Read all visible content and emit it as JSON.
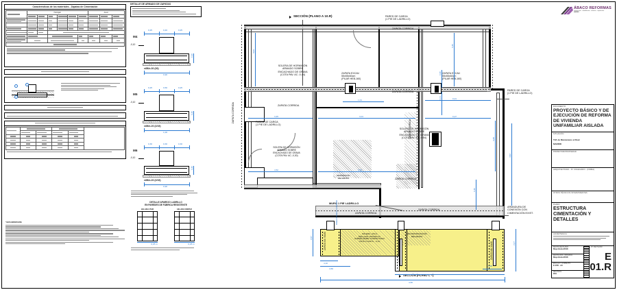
{
  "sheet": {
    "code_letter": "E",
    "code_number": "01.R"
  },
  "logo": {
    "name": "ÁBACO REFORMAS",
    "tagline_line1": "construcción · rehabilitación · reformas · arquitectura",
    "tagline_line2": "MADRID",
    "icon": "abaco-logo-icon"
  },
  "titleblock": {
    "documento_caption": "DOCUMENTO",
    "documento_value": "PROYECTO BÁSICO Y DE EJECUCIÓN DE REFORMA DE VIVIENDA UNIFAMILIAR AISLADA",
    "situacion_caption": "SITUACIÓN",
    "situacion_value_1": "T.M. de Manzanares el Real",
    "situacion_value_2": "MADRID",
    "promotor_caption": "PROMOTOR/PROPIEDAD",
    "promotor_value": "",
    "arquitecto_caption": "ARQUITECTO/ES - Nº COLEGIADO - (FIRMA)",
    "arquitecto_value": "",
    "otros_caption": "OTROS TÉCNICOS INTERVINIENTES",
    "plano_caption": "PLANO",
    "plano_value": "ESTRUCTURA CIMENTACIÓN Y DETALLES",
    "advertencia_caption": "ADVERTENCIA",
    "advertencia_value": "El soporte editorial ha sido elaborado a partir de la toma de datos de la edificación visible; los planos del proyecto se ampliarán mediante fotografías y planos.",
    "fecha_plano_caption": "FECHA DE PLANO",
    "fecha_plano_value": "Mayo/Junio/2018",
    "fecha_doc_caption": "FECHA DOC. ORIGINAL",
    "fecha_doc_value": "Mayo/Junio/2018",
    "escala_caption": "ESCALA Y FORMATO",
    "escala_value": "E:1/50 - A3",
    "revision_caption": "REVISIÓN",
    "revision_value": "R01",
    "nplano_caption": "Nº DE PLANO"
  },
  "panels": {
    "materiales_title": "Características de los materiales - Zapatas de Cimentación",
    "materiales_groups": [
      "Hormigón",
      "Acero"
    ],
    "materiales_headers_left": [
      "Elemento",
      "Tipificación",
      "fck (N/mm²)",
      "Tipo",
      "Consistencia",
      "Tamaño máx. árido (mm)",
      "Rec. nominal (mm)",
      "Tipificación",
      "fyk (N/mm²)",
      "Tipo"
    ],
    "materiales_rows": [
      [
        "Zapatas / Vigas riostra",
        "HA-25/B/20/IIa",
        "25",
        "IIa",
        "Blanda / Plástica",
        "20",
        "35",
        "B 500 S",
        "500",
        "Soldable"
      ],
      [
        "",
        "HA-25/B/20/IIa",
        "25",
        "IIa",
        "Blanda / Plástica",
        "20",
        "35",
        "B 500 S",
        "500",
        "Soldable"
      ],
      [
        "Solera / Losa",
        "HA-25/B/20/IIa",
        "25",
        "IIa",
        "Blanda / Plástica",
        "20",
        "35",
        "B 500 S",
        "500",
        "Soldable"
      ],
      [
        "Hormigón de limpieza",
        "HL-150/B/20",
        "",
        "",
        "espesor mínimo 10 cm",
        "",
        "",
        "",
        "",
        ""
      ]
    ],
    "coef_headers": [
      "Tipo de elemento",
      "Clase",
      "Tipo de control / Nivel de control",
      "γc",
      "γs",
      "γf",
      "γm"
    ],
    "coef_row": [
      "Zapatas / Vigas riostra / Solera",
      "HA",
      "Estadístico / Normal",
      "1,50",
      "1,15",
      "1,50",
      "1,00"
    ],
    "notas_caption": "Notas",
    "notas_lines": [
      "· La resistencia característica del hormigón se obtiene según EHE-08 Art. 39.",
      "· Los recubrimientos nominales se miden según EHE-08 Art. 37.2.4.",
      "· El tamaño máximo del árido no excederá 1/4 de la menor distancia libre entre armaduras.",
      "· Se dispondrá hormigón de limpieza HL-150 con espesor mínimo de 10 cm bajo toda zapata."
    ],
    "terreno_title": "Características del terreno",
    "terreno_detail_notes": [
      "· TENSIÓN ADMISIBLE CONSIDERADA: 2,00 kg/cm²",
      "· PROFUNDIDAD DE CIMENTACIÓN: -1,10 m",
      "· NIVEL FREÁTICO: no detectado",
      "· TIPO DE TERRENO: arcilla firme / zahorra compactada",
      "· SE RECOMIENDA ESTUDIO GEOTÉCNICO PREVIO"
    ],
    "tension_title": "Datos geotécnicos",
    "tension_line": "· Tensión admisible del terreno considerada ............ σadm = 2,00 kg/cm²",
    "longitudes_title": "Longitudes de solape y anclaje de barras (cm)",
    "longitudes_headers": [
      "Ø (mm)",
      "Posición I Tracción",
      "Posición I Compresión",
      "Posición II Tracción",
      "Posición II Compresión"
    ],
    "longitudes_rows": [
      [
        "8",
        "25",
        "20",
        "35",
        "28"
      ],
      [
        "10",
        "31",
        "25",
        "44",
        "35"
      ],
      [
        "12",
        "38",
        "30",
        "53",
        "42"
      ],
      [
        "16",
        "50",
        "40",
        "70",
        "56"
      ],
      [
        "20",
        "63",
        "50",
        "88",
        "70"
      ]
    ],
    "longitudes_note": "· Valores de cálculo según EHE-08 Art. 69.5 para hormigón HA-25 y acero B 500 S.",
    "nota_importante_title": "* NOTA IMPORTANTE:",
    "nota_importante_lines": [
      "LA EJECUCIÓN DE ALGUNOS ELEMENTOS",
      "ESTRUCTURALES DE LA CIMENTACIÓN",
      "EXISTENTE NO SE HA PODIDO COMPROBAR",
      "POR ESTAR OCULTA, POR LO QUE SE HAN",
      "DIBUJADO CON DIMENSIONES ESTIMADAS Y",
      "DEBERÁN SER REPLANTEADAS EN OBRA.",
      "CONSTRUCTOR / LA DIRECCIÓN DE OBRA",
      "INFLUYENTES LA OBRA DE REFORMA O",
      "AMPLIACIÓN DEL PRESENTE DOCUMENTO.",
      "LA SOLUCIÓN FINAL SE ADOPTARÁ AL",
      "FUERA NECESARIO DURANTE LA FASE DE",
      "EJECUCIÓN DE LA OBRA."
    ],
    "armado_title": "DETALLE DE ARMADO DE ZAPATAS",
    "armado_header_notes": [
      "ESCALA: 1/25",
      "ACERO: B 500 S",
      "HORMIGÓN: HA-25/B/20/IIa",
      "RECUBRIMIENTO NOMINAL: 35 mm / 70 mm contra terreno"
    ],
    "armado_details": [
      {
        "tag": "M4",
        "level": "-0,10",
        "rebar": "eØ8/c.30 (30)",
        "width_dims": [
          "0,25",
          "0,40",
          "0,25"
        ],
        "depth": "0,40",
        "bottom_dim": "0,90",
        "under": "Hormigón limpieza HL-150 e=10 cm"
      },
      {
        "tag": "M5",
        "level": "-0,10",
        "rebar": "eØ8/c.20 (2/15)",
        "width_dims": [
          "0,25",
          "0,50",
          "0,25"
        ],
        "depth": "0,40",
        "bottom_dim": "1,00",
        "under": "Hormigón limpieza HL-150 e=10 cm"
      },
      {
        "tag": "M6",
        "level": "-0,10",
        "rebar": "eØ8/c.20 (2/15)",
        "width_dims": [
          "0,30",
          "0,30",
          "0,30"
        ],
        "depth": "0,30",
        "bottom_dim": "0,90",
        "under": "Hormigón limpieza HL-150 e=10 cm"
      }
    ],
    "armado_note": "NOTA: EL ARMADO ORIENTATIVO SE CUANTIFICARÁ EN OBRA POR LA DIRECCIÓN FACULTATIVA EN FUNCIÓN DEL TERRENO REALMENTE EXCAVADO. MEDIDAS EN METROS.",
    "aparejo_title_1": "DETALLE APAREJO LADRILLO",
    "aparejo_title_2": "EN PAREDES DE FÁBRICA RESISTENTE",
    "aparejo_cols": [
      "HILADA PAR",
      "HILADA IMPAR"
    ],
    "aparejo_dims": [
      "0,25 m",
      "0,25 m"
    ],
    "aparejo_note": "NOTA: Utilizar mortero M-7,5 ó 1/6 y piezas cerámicas macizas o perforadas, con juntas no mayores de 1 cm. Humedecer las piezas antes de su colocación."
  },
  "plan": {
    "section_top_label": "SECCIÓN (PLANO A 10.R)",
    "section_bottom_label": "SECCIÓN (PLANO C ~)",
    "labels": [
      {
        "name": "pared-carga-top",
        "text": "PARED DE CARGA\n(1 PIE DE LADRILLO)"
      },
      {
        "name": "pared-carga-right",
        "text": "PARED DE CARGA\n(1 PIE DE LADRILLO)"
      },
      {
        "name": "pared-carga-mid",
        "text": "PARED DE CARGA\n(1 PIE DE LADRILLO)"
      },
      {
        "name": "solera-1",
        "text": "SOLERA DE HORMIGÓN\nARMADO SOBRE\nENCACHADO DE GRAVA\n(COTA PAV. AC -0,44)"
      },
      {
        "name": "solera-2",
        "text": "SOLERA DE HORMIGÓN\nARMADO SOBRE\nENCACHADO DE GRAVA\n(COTA PAV. AC.-0,54)"
      },
      {
        "name": "solera-3",
        "text": "SOLERA DE HORMIGÓN\nARMADO SOBRE\nENCACHADO DE GRAVA\n(COTA PAV. AC.-0,30)"
      },
      {
        "name": "zapata-excav-left",
        "text": "ZAPATA EXCAV.\n55x55x60cm\n(PILAR HEB-160)"
      },
      {
        "name": "zapata-excav-right",
        "text": "ZAPATA EXCAV.\n55x55x60cm\n(PILAR HEB-160)"
      },
      {
        "name": "armadura-conexion",
        "text": "ARMADURA DE\nCONEXIÓN CON\nCIMENTACIÓN EXIST."
      },
      {
        "name": "muro-1-pie",
        "text": "MURO 1 PIE LADRILLO"
      },
      {
        "name": "solera-15cm",
        "text": "SOLERA +15cm\nMALLAZO 150x150mm\nSOBRE FIRME COMPACTADO\nCOTA C.SUP.S.: -0,10"
      },
      {
        "name": "recon-rellenos",
        "text": "RECONSTRUCCIÓN\nRELLENOS"
      },
      {
        "name": "reposicion-rellenos",
        "text": "REPOSICIÓN\nRELLENOS"
      }
    ],
    "zapata_corrida_labels": [
      "ZAPATA CORRIDA",
      "ZAPATA CORRIDA",
      "ZAPATA CORRIDA",
      "ZAPATA CORRIDA",
      "ZAPATA CORRIDA",
      "ZAPATA CORRIDA"
    ],
    "zapata_vertical_left": "ZAPATA CORRIDA",
    "zapata_vertical_mid": "ZAPATA CORRIDA",
    "zapata_tags": [
      "ZAPATA M4: 90x30",
      "ZAPATA M5: 90x30",
      "ZAPATA M6: 90x30"
    ],
    "preexistencia_label": "PREEXISTENCIA SUPERIOR",
    "dims_horizontal": [
      "0,27",
      "3,45",
      "0,27",
      "3,01",
      "0,21",
      "4,52",
      "0,81",
      "1,01",
      "4,10",
      "4,50"
    ],
    "dims_vertical": [
      "3,06",
      "0,30",
      "0,30",
      "1,01",
      "3,38",
      "4,52",
      "2,27",
      "0,57",
      "0,30",
      "2,27"
    ]
  },
  "colors": {
    "dimension_blue": "#2878d0",
    "hatch_yellow": "#f7f08a",
    "line_black": "#000000",
    "brand_purple": "#6b2d6b"
  }
}
